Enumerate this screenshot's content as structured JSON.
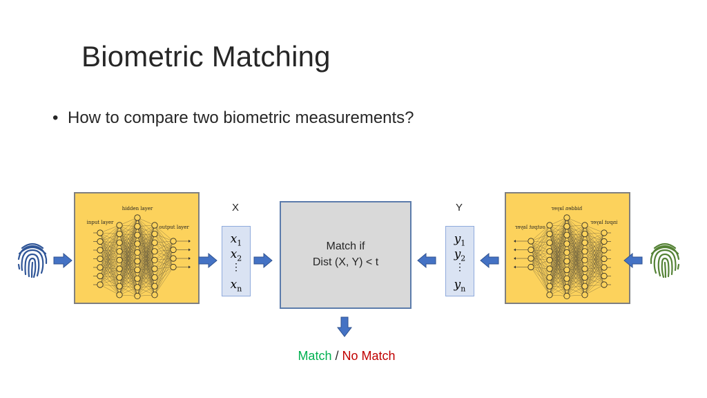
{
  "slide": {
    "title": "Biometric Matching",
    "bullet": "How to compare two biometric measurements?"
  },
  "left_network": {
    "hidden_label": "hidden layer",
    "input_label": "input layer",
    "output_label": "output layer"
  },
  "right_network": {
    "hidden_label": "hidden layer",
    "input_label": "input layer",
    "output_label": "output layer",
    "mirrored": true
  },
  "vector_x": {
    "label": "X",
    "var": "x",
    "sub1": "1",
    "sub2": "2",
    "subn": "n",
    "dots": "⋮"
  },
  "vector_y": {
    "label": "Y",
    "var": "y",
    "sub1": "1",
    "sub2": "2",
    "subn": "n",
    "dots": "⋮"
  },
  "matcher": {
    "line1": "Match if",
    "line2": "Dist (X, Y) < t"
  },
  "result": {
    "match": "Match",
    "separator": "/",
    "no_match": "No Match"
  },
  "colors": {
    "panel_fill": "#fcd25c",
    "arrow": "#4472c4",
    "fingerprint_left": "#2f5597",
    "fingerprint_right": "#548235",
    "match": "#00b050",
    "no_match": "#c00000"
  },
  "icons": [
    "fingerprint-icon",
    "arrow-right-icon",
    "arrow-left-icon",
    "arrow-down-icon"
  ]
}
